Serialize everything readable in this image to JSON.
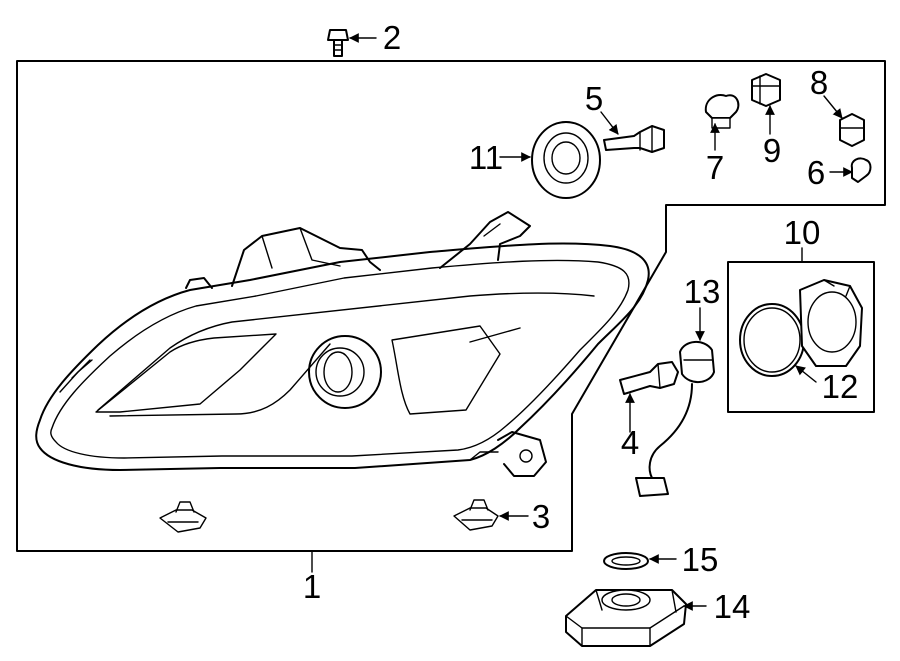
{
  "callouts": {
    "c1": "1",
    "c2": "2",
    "c3": "3",
    "c4": "4",
    "c5": "5",
    "c6": "6",
    "c7": "7",
    "c8": "8",
    "c9": "9",
    "c10": "10",
    "c11": "11",
    "c12": "12",
    "c13": "13",
    "c14": "14",
    "c15": "15"
  },
  "icons": {
    "arrow": "arrow-icon"
  }
}
